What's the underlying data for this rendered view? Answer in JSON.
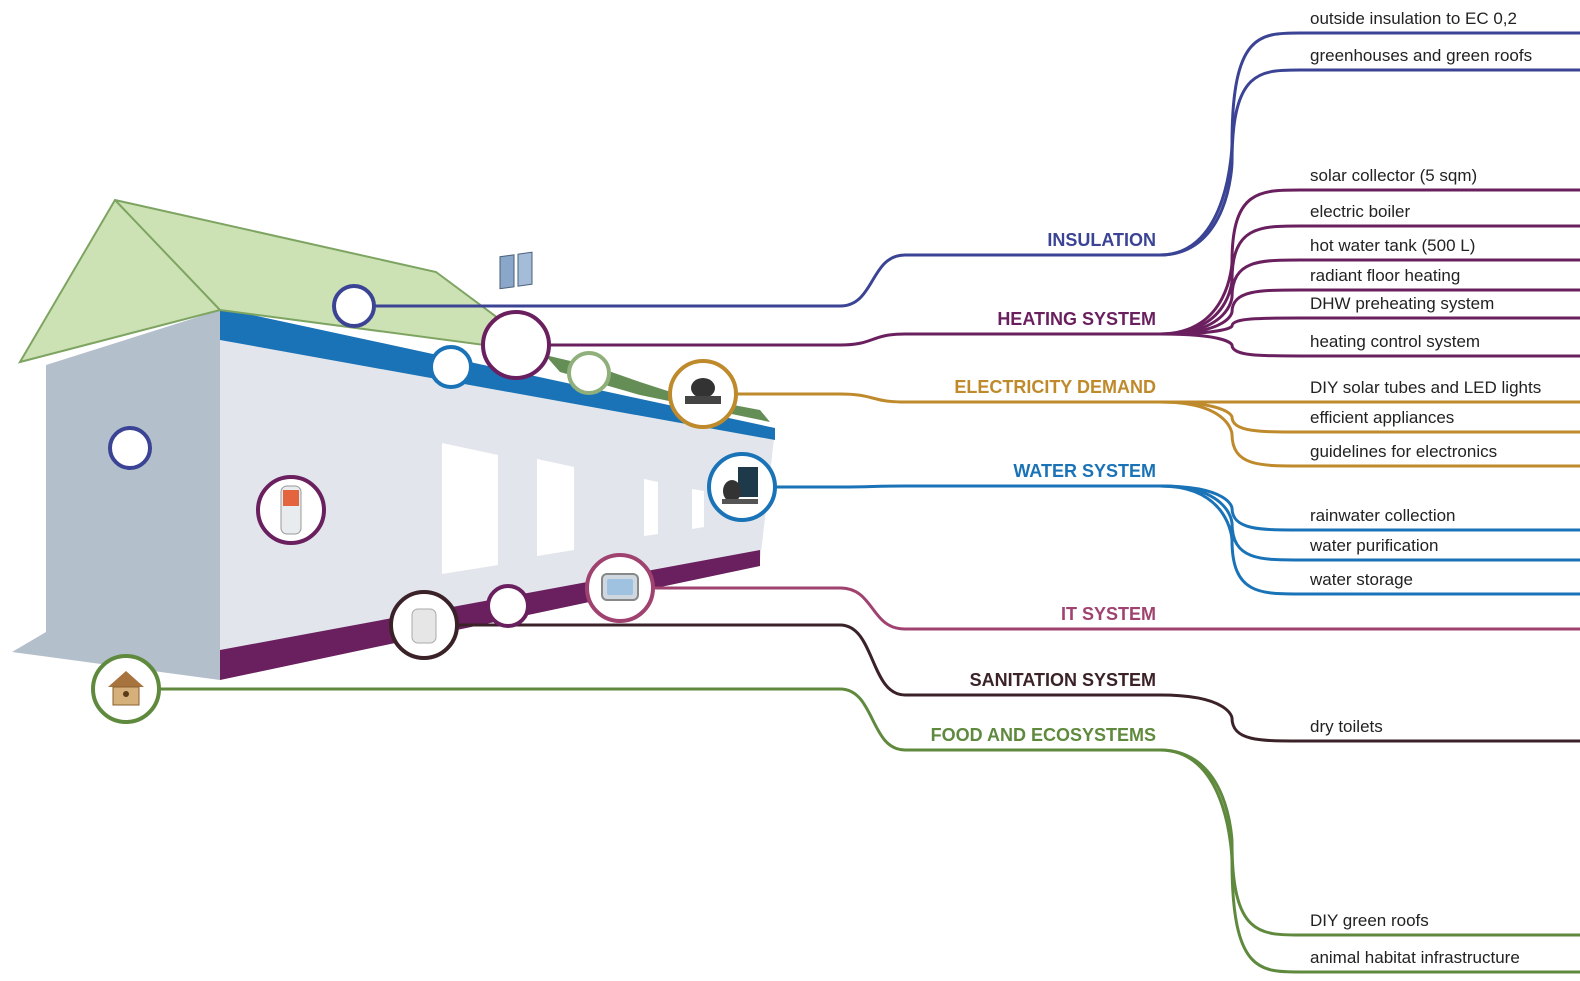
{
  "categories": [
    {
      "id": "insulation",
      "label": "INSULATION",
      "color": "#3b4394",
      "items": [
        "outside insulation to EC 0,2",
        "greenhouses and green roofs"
      ]
    },
    {
      "id": "heating",
      "label": "HEATING SYSTEM",
      "color": "#6a1f5e",
      "items": [
        "solar collector (5 sqm)",
        "electric boiler",
        "hot water tank (500 L)",
        "radiant floor heating",
        "DHW preheating system",
        "heating control system"
      ]
    },
    {
      "id": "electricity",
      "label": "ELECTRICITY DEMAND",
      "color": "#bf8a2b",
      "items": [
        "DIY solar tubes and LED lights",
        "efficient appliances",
        "guidelines for electronics"
      ]
    },
    {
      "id": "water",
      "label": "WATER SYSTEM",
      "color": "#1a73b7",
      "items": [
        "rainwater collection",
        "water purification",
        "water storage"
      ]
    },
    {
      "id": "it",
      "label": "IT SYSTEM",
      "color": "#a0426f",
      "items": []
    },
    {
      "id": "sanitation",
      "label": "SANITATION SYSTEM",
      "color": "#3a2228",
      "items": [
        "dry toilets"
      ]
    },
    {
      "id": "food",
      "label": "FOOD AND ECOSYSTEMS",
      "color": "#5f8a3e",
      "items": [
        "DIY green roofs",
        "animal habitat infrastructure"
      ]
    }
  ],
  "icons": {
    "insulation": "empty-circle",
    "heating": "solar-panel-icon",
    "electricity": "electric-boiler-icon",
    "water": "water-pump-icon",
    "it": "control-panel-icon",
    "sanitation": "dry-toilet-icon",
    "food": "birdhouse-icon",
    "tank": "hot-water-tank-icon"
  },
  "house_colors": {
    "roof": "#cde2b4",
    "roof_outline": "#7ea462",
    "wall_side": "#b4bfcc",
    "wall_front": "#e2e6ec",
    "gutter": "#1a73b7",
    "base": "#6a1f5e"
  }
}
